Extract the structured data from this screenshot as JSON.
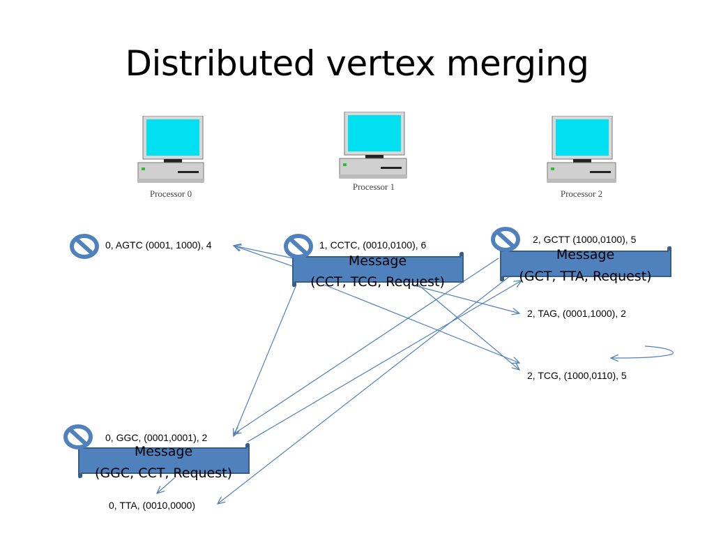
{
  "slide": {
    "title": "Distributed vertex merging"
  },
  "processors": [
    {
      "label": "Processor 0"
    },
    {
      "label": "Processor 1"
    },
    {
      "label": "Processor 2"
    }
  ],
  "nodes": {
    "agtc": "0, AGTC  (0001, 1000), 4",
    "cctc": "1, CCTC,  (0010,0100), 6",
    "gctt": "2, GCTT  (1000,0100), 5",
    "tag": "2, TAG,  (0001,1000), 2",
    "tcg": "2, TCG,  (1000,0110), 5",
    "ggc": "0, GGC,  (0001,0001), 2",
    "tta": "0, TTA,  (0010,0000)"
  },
  "messages": {
    "m1": {
      "line1": "Message",
      "line2": "(CCT, TCG, Request)"
    },
    "m2": {
      "line1": "Message",
      "line2": "(GCT, TTA, Request)"
    },
    "m3": {
      "line1": "Message",
      "line2": "(GGC, CCT, Request)"
    }
  },
  "colors": {
    "scroll_fill": "#4f81bd",
    "scroll_stroke": "#385d8a",
    "arrow": "#4f81bd",
    "nosign": "#4f81bd",
    "screen": "#00e0f0"
  }
}
